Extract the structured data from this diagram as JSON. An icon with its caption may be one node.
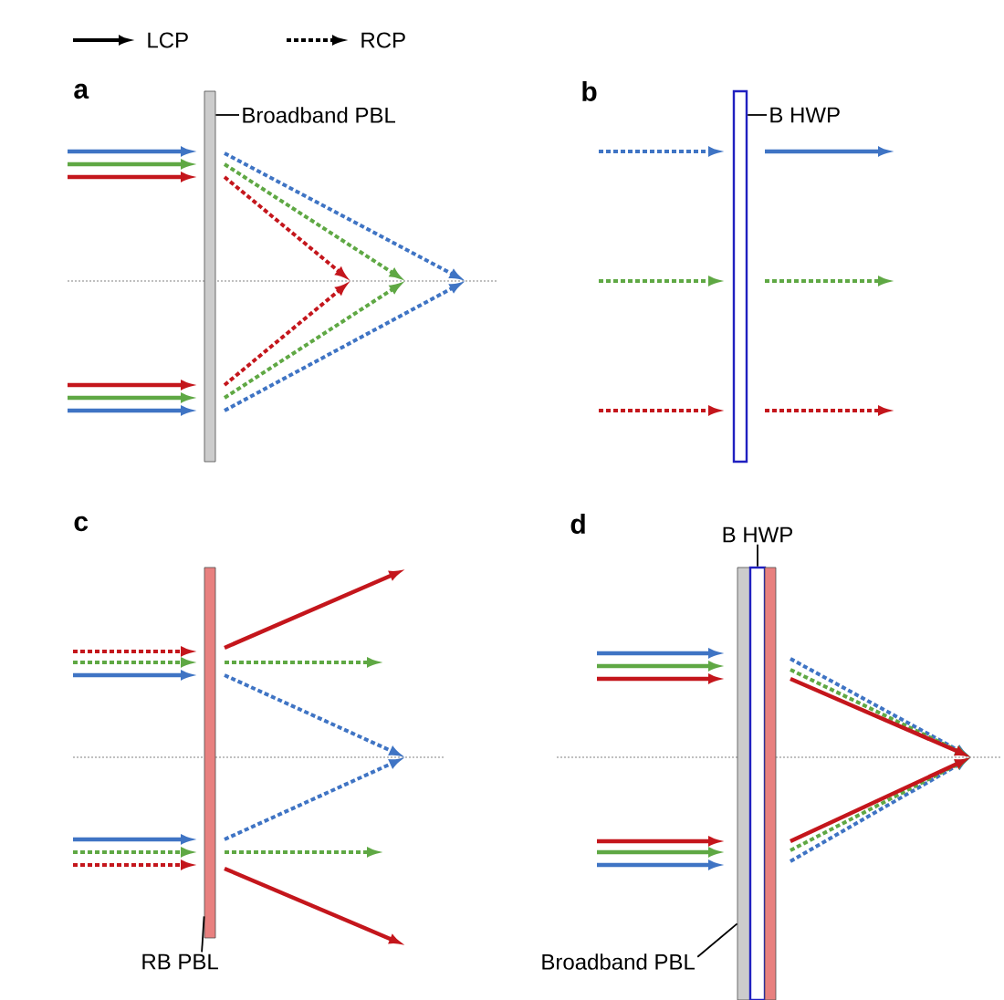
{
  "diagram": {
    "nodes": [
      {
        "text": [
          "Broadband PBL"
        ]
      },
      {
        "text": [],
        "shape": "bar"
      },
      {
        "text": [
          "B HWP"
        ]
      },
      {
        "text": [],
        "shape": "bar"
      },
      {
        "text": [],
        "shape": "bar"
      },
      {
        "text": [
          "RB PBL"
        ]
      },
      {
        "text": [
          "B HWP"
        ]
      },
      {
        "text": [],
        "shape": "bar"
      },
      {
        "text": [],
        "shape": "bar"
      },
      {
        "text": [],
        "shape": "bar"
      },
      {
        "text": [
          "Broadband PBL"
        ]
      }
    ],
    "edges": [
      {
        "from": 0,
        "to": 1,
        "arrow": "none"
      },
      {
        "from": 2,
        "to": 3,
        "arrow": "none"
      },
      {
        "from": 5,
        "to": 4,
        "arrow": "none"
      },
      {
        "from": 6,
        "to": 8,
        "arrow": "none"
      },
      {
        "from": 10,
        "to": 7,
        "arrow": "none"
      }
    ],
    "labels": [
      "a",
      "b",
      "c",
      "d"
    ],
    "legend": [
      {
        "text": "LCP"
      },
      {
        "text": "RCP"
      }
    ]
  }
}
